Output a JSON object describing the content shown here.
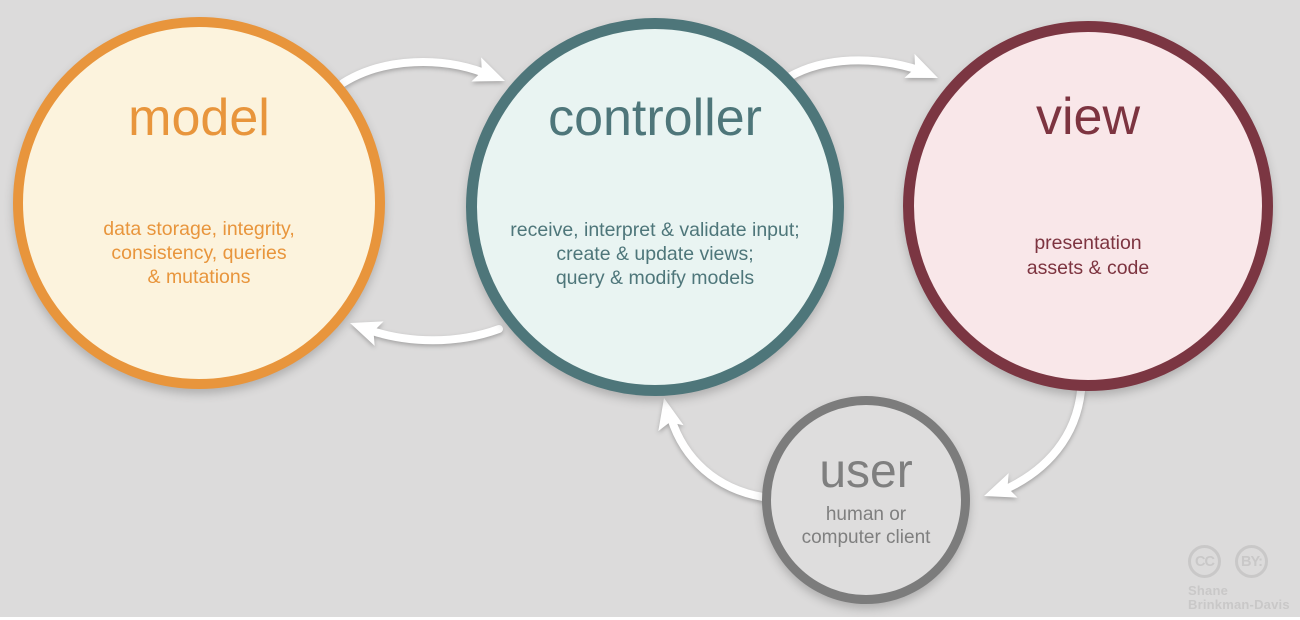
{
  "canvas": {
    "background": "#dcdbdb",
    "bottom_strip": "#ffffff"
  },
  "arrows": {
    "color": "#ffffff"
  },
  "nodes": {
    "model": {
      "title": "model",
      "lines": [
        "data storage, integrity,",
        "consistency, queries",
        "& mutations"
      ],
      "border": "#e8953c",
      "fill": "#fcf3dd",
      "text": "#e8953c"
    },
    "controller": {
      "title": "controller",
      "lines": [
        "receive, interpret & validate input;",
        "create & update views;",
        "query & modify models"
      ],
      "border": "#4e767a",
      "fill": "#e9f4f2",
      "text": "#4e767a"
    },
    "view": {
      "title": "view",
      "lines": [
        "presentation",
        "assets & code"
      ],
      "border": "#7b3642",
      "fill": "#f9e7e9",
      "text": "#7d3440"
    },
    "user": {
      "title": "user",
      "lines": [
        "human or",
        "computer client"
      ],
      "border": "#7c7c7c",
      "fill": "#dedddd",
      "text": "#7f7f7f"
    }
  },
  "watermark": {
    "cc_label": "CC",
    "by_label": "BY:",
    "author_line1": "Shane",
    "author_line2": "Brinkman-Davis",
    "color": "#c9c8c8"
  }
}
